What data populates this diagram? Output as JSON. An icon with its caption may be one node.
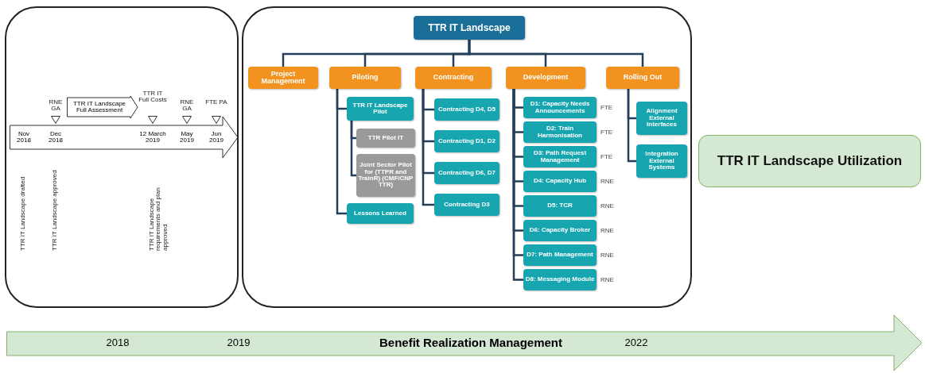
{
  "diagram": {
    "nodes": [
      {
        "text": [],
        "shape": "box"
      },
      {
        "text": [
          "Nov 2018",
          "Dec 2018",
          "12 March 2019",
          "May 2019",
          "Jun 2019"
        ],
        "in": 0
      },
      {
        "text": [
          "TTR IT Landscape Full Assessment"
        ],
        "in": 0
      },
      {
        "text": [],
        "shape": "box"
      },
      {
        "text": [
          "TTR IT Landscape"
        ],
        "in": 3
      },
      {
        "text": [
          "Project Management"
        ],
        "in": 3
      },
      {
        "text": [
          "Piloting"
        ],
        "in": 3
      },
      {
        "text": [
          "Contracting"
        ],
        "in": 3
      },
      {
        "text": [
          "Development"
        ],
        "in": 3
      },
      {
        "text": [
          "Rolling Out"
        ],
        "in": 3
      },
      {
        "text": [
          "TTR IT Landscape Pilot"
        ],
        "in": 3
      },
      {
        "text": [
          "TTR Pilot IT"
        ],
        "in": 3
      },
      {
        "text": [
          "Joint Sector Pilot for (TTPR and TrainR) (CMF/CNP TTR)"
        ],
        "in": 3
      },
      {
        "text": [
          "Lessons Learned"
        ],
        "in": 3
      },
      {
        "text": [
          "Contracting D4, D5"
        ],
        "in": 3
      },
      {
        "text": [
          "Contracting D1, D2"
        ],
        "in": 3
      },
      {
        "text": [
          "Contracting D6, D7"
        ],
        "in": 3
      },
      {
        "text": [
          "Contracting D3"
        ],
        "in": 3
      },
      {
        "text": [
          "D1: Capacity Needs Announcements"
        ],
        "in": 3,
        "beside": [
          "FTE"
        ]
      },
      {
        "text": [
          "D2: Train Harmonisation"
        ],
        "in": 3,
        "beside": [
          "FTE"
        ]
      },
      {
        "text": [
          "D3: Path Request Management"
        ],
        "in": 3,
        "beside": [
          "FTE"
        ]
      },
      {
        "text": [
          "D4: Capacity Hub"
        ],
        "in": 3,
        "beside": [
          "RNE"
        ]
      },
      {
        "text": [
          "D5: TCR"
        ],
        "in": 3,
        "beside": [
          "RNE"
        ]
      },
      {
        "text": [
          "D6: Capacity Broker"
        ],
        "in": 3,
        "beside": [
          "RNE"
        ]
      },
      {
        "text": [
          "D7: Path Management"
        ],
        "in": 3,
        "beside": [
          "RNE"
        ]
      },
      {
        "text": [
          "D8: Messaging Module"
        ],
        "in": 3,
        "beside": [
          "RNE"
        ]
      },
      {
        "text": [
          "Alignment External Interfaces"
        ],
        "in": 3
      },
      {
        "text": [
          "Integration External Systems"
        ],
        "in": 3
      },
      {
        "text": [
          "TTR IT Landscape Utilization"
        ]
      },
      {
        "text": [
          "2018",
          "2019",
          "Benefit Realization Management",
          "2022"
        ]
      }
    ],
    "edges": [
      {
        "from": 4,
        "to": 5,
        "arrow": "none"
      },
      {
        "from": 4,
        "to": 6,
        "arrow": "none"
      },
      {
        "from": 4,
        "to": 7,
        "arrow": "none"
      },
      {
        "from": 4,
        "to": 8,
        "arrow": "none"
      },
      {
        "from": 4,
        "to": 9,
        "arrow": "none"
      },
      {
        "from": 6,
        "to": 10,
        "arrow": "none"
      },
      {
        "from": 10,
        "to": 11,
        "arrow": "none"
      },
      {
        "from": 10,
        "to": 12,
        "arrow": "none"
      },
      {
        "from": 6,
        "to": 13,
        "arrow": "none"
      },
      {
        "from": 7,
        "to": 14,
        "arrow": "none"
      },
      {
        "from": 7,
        "to": 15,
        "arrow": "none"
      },
      {
        "from": 7,
        "to": 16,
        "arrow": "none"
      },
      {
        "from": 7,
        "to": 17,
        "arrow": "none"
      },
      {
        "from": 8,
        "to": 18,
        "arrow": "none"
      },
      {
        "from": 8,
        "to": 19,
        "arrow": "none"
      },
      {
        "from": 8,
        "to": 20,
        "arrow": "none"
      },
      {
        "from": 8,
        "to": 21,
        "arrow": "none"
      },
      {
        "from": 8,
        "to": 22,
        "arrow": "none"
      },
      {
        "from": 8,
        "to": 23,
        "arrow": "none"
      },
      {
        "from": 8,
        "to": 24,
        "arrow": "none"
      },
      {
        "from": 8,
        "to": 25,
        "arrow": "none"
      },
      {
        "from": 9,
        "to": 26,
        "arrow": "none"
      },
      {
        "from": 9,
        "to": 27,
        "arrow": "none"
      }
    ],
    "labels": [
      "RNE GA",
      "TTR IT Full Costs",
      "RNE GA",
      "FTE PA",
      "TTR IT Landscape drafted",
      "TTR IT Landscape approved",
      "TTR IT Landscape requirements and plan approved"
    ]
  }
}
